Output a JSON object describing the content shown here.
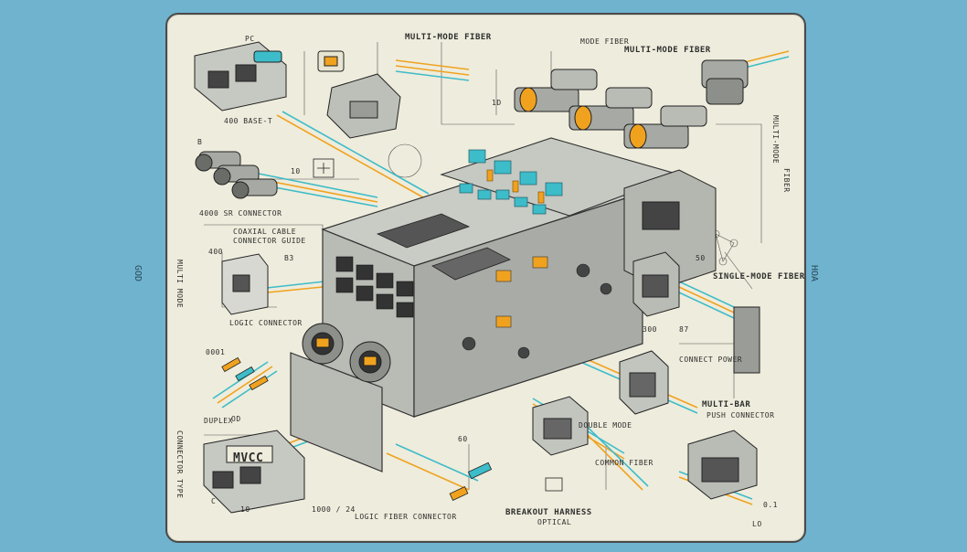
{
  "labels": {
    "multi_mode_fiber_top": "MULTI-MODE FIBER",
    "multi_mode_fiber_right": "MULTI-MODE FIBER",
    "single_mode_fiber": "SINGLE-MODE FIBER",
    "mode_fiber_small": "MODE FIBER",
    "rj45_400": "400 BASE-T",
    "connector_4000": "4000 SR CONNECTOR",
    "coaxial_cable": "COAXIAL CABLE",
    "connector_guide": "CONNECTOR GUIDE",
    "logic_connector": "LOGIC CONNECTOR",
    "logic_fiber_connector": "LOGIC FIBER CONNECTOR",
    "breakout_harness": "BREAKOUT HARNESS",
    "breakout_sub": "OPTICAL",
    "multi_bar": "MULTI-BAR",
    "push_connector": "PUSH CONNECTOR",
    "connect_power": "CONNECT POWER",
    "double_mode": "DOUBLE MODE",
    "common_fiber": "COMMON FIBER",
    "mvcc": "MVCC",
    "duplex": "DUPLEX",
    "num_400": "400",
    "num_300": "300",
    "num_1000": "1000 / 24",
    "num_b": "B",
    "num_c": "C",
    "num_10": "10",
    "num_60": "60",
    "num_50": "50",
    "num_87": "87",
    "num_0001": "0001",
    "num_10b": "10",
    "num_01": "0.1",
    "num_lo": "LO",
    "num_pc": "PC",
    "num_od": "OD",
    "num_b3": "B3",
    "num_1d": "1D"
  },
  "side_labels": {
    "left": "GOD",
    "right": "HOA"
  },
  "vertical": {
    "left_1": "MULTI MODE",
    "left_2": "CONNECTOR TYPE",
    "right_1": "MULTI-MODE",
    "right_2": "FIBER"
  },
  "colors": {
    "background": "#6fb3cf",
    "paper": "#eeecdc",
    "metal": "#b9bbb5",
    "metal_dark": "#7c7f7c",
    "teal": "#3dbcc9",
    "orange": "#f0a21e",
    "ink": "#333333"
  }
}
